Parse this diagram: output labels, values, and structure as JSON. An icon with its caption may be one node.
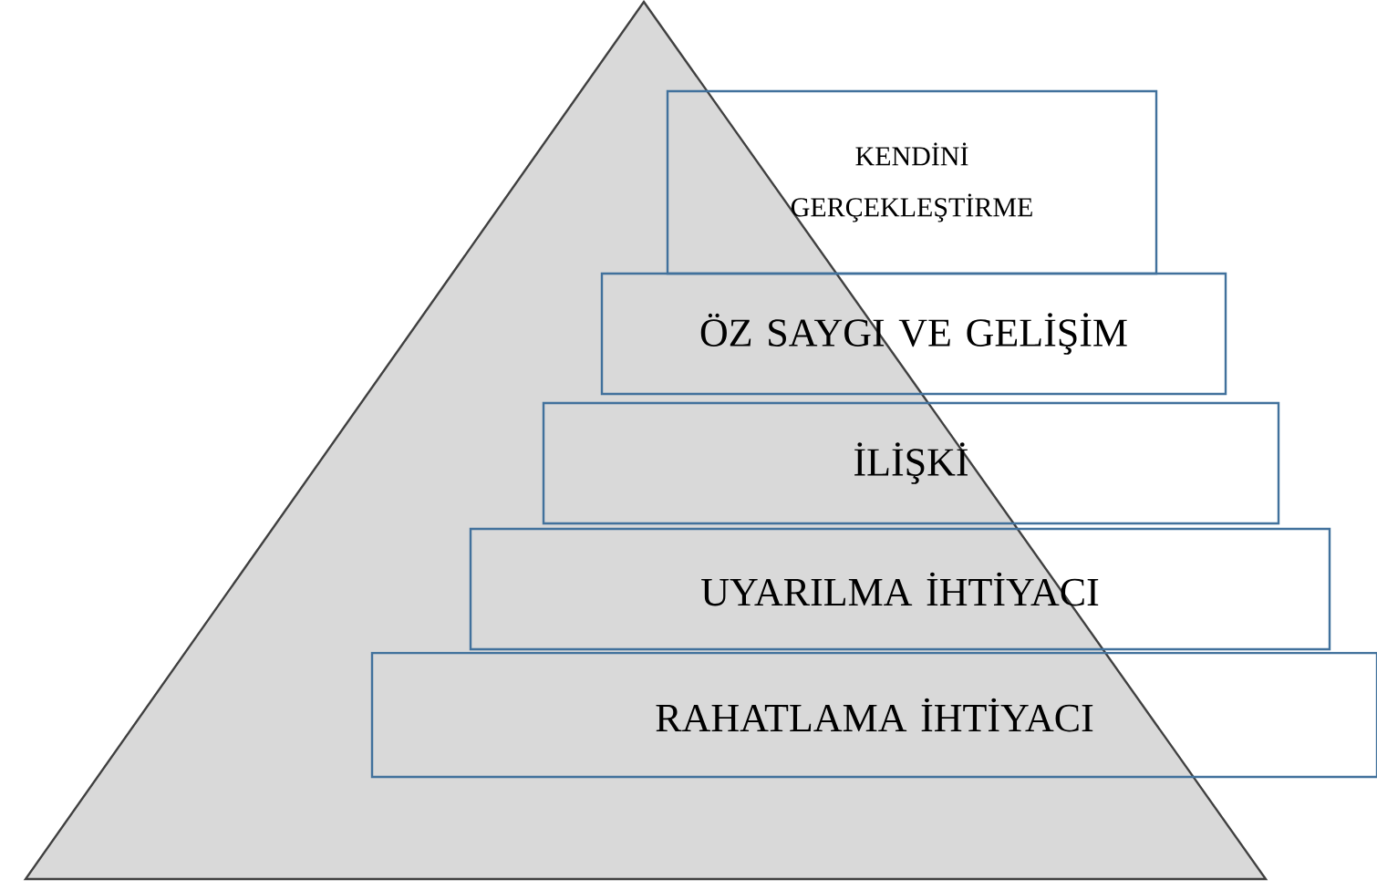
{
  "diagram": {
    "nodes": [
      {
        "text": [
          "KENDİNİ GERÇEKLEŞTİRME"
        ]
      },
      {
        "text": [
          "ÖZ SAYGI VE GELİŞİM"
        ]
      },
      {
        "text": [
          "İLİŞKİ"
        ]
      },
      {
        "text": [
          "UYARILMA İHTİYACI"
        ]
      },
      {
        "text": [
          "RAHATLAMA İHTİYACI"
        ]
      }
    ]
  }
}
